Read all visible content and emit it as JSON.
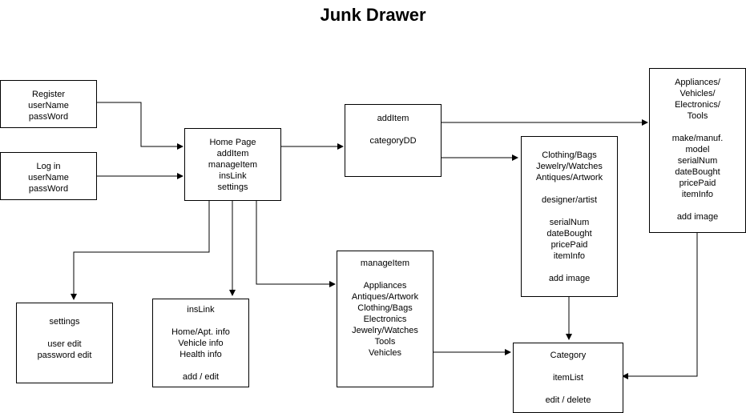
{
  "title": "Junk Drawer",
  "nodes": {
    "register": {
      "lines": [
        "Register",
        "userName",
        "passWord"
      ]
    },
    "login": {
      "lines": [
        "Log in",
        "userName",
        "passWord"
      ]
    },
    "home": {
      "lines": [
        "Home Page",
        "addItem",
        "manageItem",
        "insLink",
        "settings"
      ]
    },
    "additem": {
      "lines": [
        "addItem",
        "",
        "categoryDD"
      ]
    },
    "appliances": {
      "lines": [
        "Appliances/",
        "Vehicles/",
        "Electronics/",
        "Tools",
        "",
        "make/manuf.",
        "model",
        "serialNum",
        "dateBought",
        "pricePaid",
        "itemInfo",
        "",
        "add image"
      ]
    },
    "clothing": {
      "lines": [
        "Clothing/Bags",
        "Jewelry/Watches",
        "Antiques/Artwork",
        "",
        "designer/artist",
        "",
        "serialNum",
        "dateBought",
        "pricePaid",
        "itemInfo",
        "",
        "add image"
      ]
    },
    "settings": {
      "lines": [
        "settings",
        "",
        "user edit",
        "password edit"
      ]
    },
    "inslink": {
      "lines": [
        "insLink",
        "",
        "Home/Apt. info",
        "Vehicle info",
        "Health info",
        "",
        "add / edit"
      ]
    },
    "manageitem": {
      "lines": [
        "manageItem",
        "",
        "Appliances",
        "Antiques/Artwork",
        "Clothing/Bags",
        "Electronics",
        "Jewelry/Watches",
        "Tools",
        "Vehicles"
      ]
    },
    "category": {
      "lines": [
        "Category",
        "",
        "itemList",
        "",
        "edit / delete"
      ]
    }
  },
  "edges": [
    {
      "from": "register",
      "to": "home"
    },
    {
      "from": "login",
      "to": "home"
    },
    {
      "from": "home",
      "to": "additem"
    },
    {
      "from": "additem",
      "to": "appliances"
    },
    {
      "from": "additem",
      "to": "clothing"
    },
    {
      "from": "home",
      "to": "settings"
    },
    {
      "from": "home",
      "to": "inslink"
    },
    {
      "from": "home",
      "to": "manageitem"
    },
    {
      "from": "clothing",
      "to": "category"
    },
    {
      "from": "manageitem",
      "to": "category"
    },
    {
      "from": "appliances",
      "to": "category"
    }
  ],
  "colors": {
    "stroke": "#000000",
    "background": "#ffffff"
  }
}
